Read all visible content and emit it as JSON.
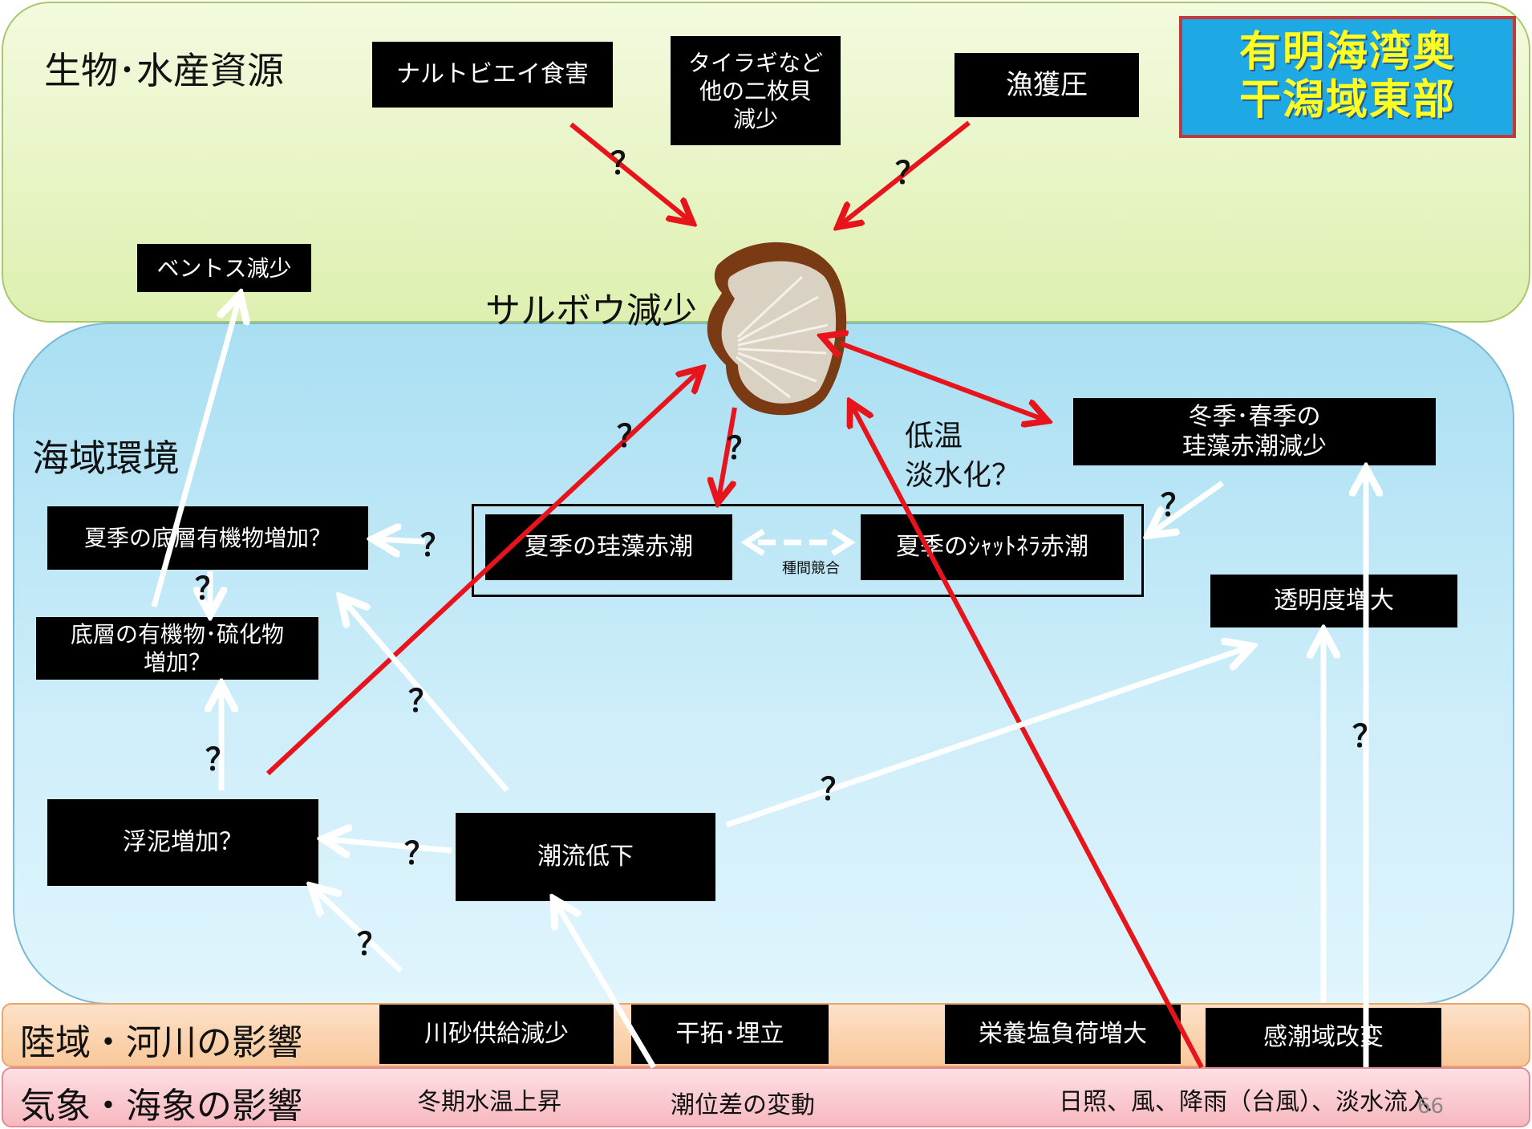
{
  "title": {
    "line1": "有明海湾奥",
    "line2": "干潟域東部"
  },
  "zones": {
    "bio": "生物･水産資源",
    "sea": "海域環境",
    "land": "陸域・河川の影響",
    "weather": "気象・海象の影響"
  },
  "boxes": {
    "narutobiei": "ナルトビエイ食害",
    "tairagi": "タイラギなど\n他の二枚貝\n減少",
    "gyokaku": "漁獲圧",
    "benthos": "ベントス減少",
    "teisou_yuuki": "夏季の底層有機物増加？",
    "teisou_ryuka": "底層の有機物･硫化物\n増加？",
    "keiso_natsu": "夏季の珪藻赤潮",
    "chattonella": "夏季のｼｬｯﾄﾈﾗ赤潮",
    "keiso_fuyu": "冬季･春季の\n珪藻赤潮減少",
    "toumeido": "透明度増大",
    "fudei": "浮泥増加？",
    "chouryu": "潮流低下",
    "kawasuna": "川砂供給減少",
    "kantaku": "干拓･埋立",
    "eiyouen": "栄養塩負荷増大",
    "kanchou": "感潮域改変"
  },
  "labels": {
    "sarubou": "サルボウ減少",
    "teion": "低温\n淡水化？",
    "kyousou": "種間競合",
    "toukisuion": "冬期水温上昇",
    "chouisa": "潮位差の変動",
    "nisshou": "日照、風、降雨（台風）、淡水流入",
    "page_num": "66"
  },
  "question_mark": "？",
  "colors": {
    "red_arrow": "#e8141c",
    "white_arrow": "#ffffff",
    "shell_body": "#d9d2c2",
    "shell_rim": "#7a3b14"
  }
}
